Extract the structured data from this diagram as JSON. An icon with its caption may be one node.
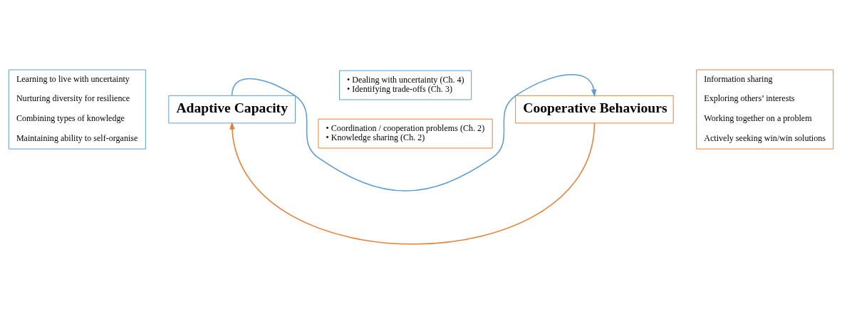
{
  "diagram": {
    "nodes": [
      {
        "text": [
          "• Dealing with uncertainty (Ch. 4)",
          "• Identifying trade-offs (Ch. 3)"
        ]
      },
      {
        "text": [
          "Learning to live with uncertainty",
          "Nurturing diversity for resilience",
          "Combining types of knowledge",
          "Maintaining ability to self-organise"
        ]
      },
      {
        "text": [
          "Adaptive Capacity"
        ]
      },
      {
        "text": [
          "Cooperative Behaviours"
        ]
      },
      {
        "text": [
          "Information sharing",
          "Exploring others’ interests",
          "Working together on a problem",
          "Actively seeking win/win solutions"
        ]
      },
      {
        "text": [
          "• Coordination / cooperation problems (Ch. 2)",
          "• Knowledge sharing (Ch. 2)"
        ]
      }
    ],
    "edges": [
      {
        "from": 2,
        "to": 3,
        "arrow": "to",
        "color": "#5b9bd5"
      },
      {
        "from": 3,
        "to": 2,
        "arrow": "to",
        "color": "#ed7d31"
      }
    ]
  }
}
